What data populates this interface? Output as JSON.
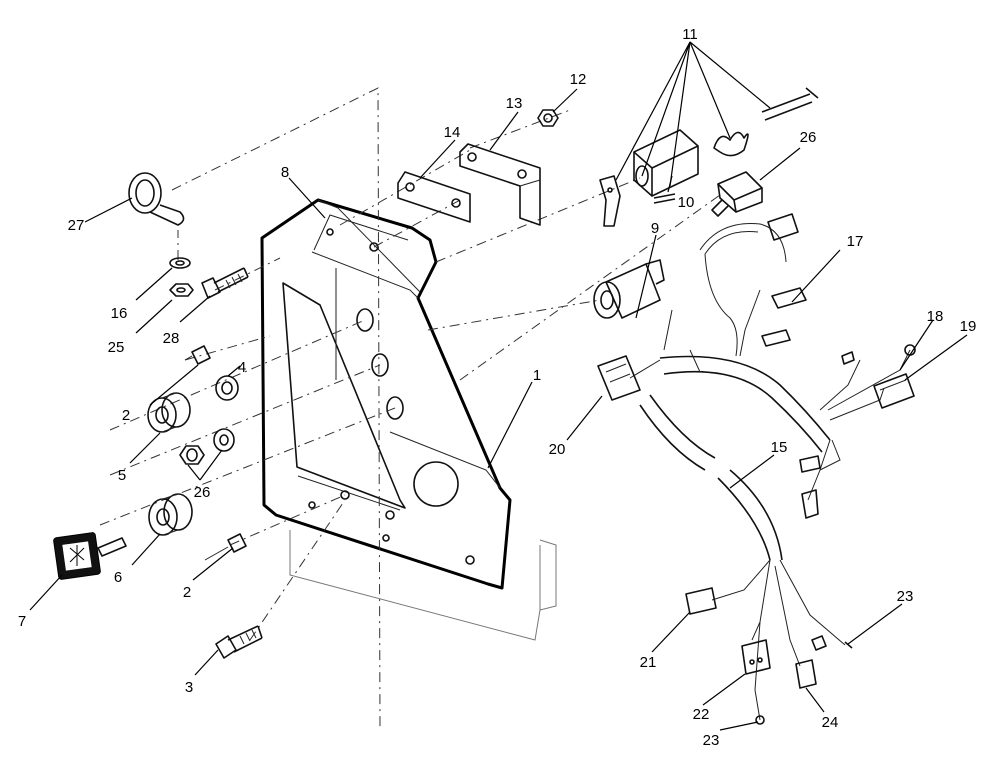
{
  "callouts": [
    {
      "id": "1",
      "text": "1"
    },
    {
      "id": "2a",
      "text": "2"
    },
    {
      "id": "2b",
      "text": "2"
    },
    {
      "id": "3",
      "text": "3"
    },
    {
      "id": "4",
      "text": "4"
    },
    {
      "id": "5",
      "text": "5"
    },
    {
      "id": "6",
      "text": "6"
    },
    {
      "id": "7",
      "text": "7"
    },
    {
      "id": "8",
      "text": "8"
    },
    {
      "id": "9",
      "text": "9"
    },
    {
      "id": "10",
      "text": "10"
    },
    {
      "id": "11",
      "text": "11"
    },
    {
      "id": "12",
      "text": "12"
    },
    {
      "id": "13",
      "text": "13"
    },
    {
      "id": "14",
      "text": "14"
    },
    {
      "id": "15",
      "text": "15"
    },
    {
      "id": "16",
      "text": "16"
    },
    {
      "id": "17",
      "text": "17"
    },
    {
      "id": "18",
      "text": "18"
    },
    {
      "id": "19",
      "text": "19"
    },
    {
      "id": "20",
      "text": "20"
    },
    {
      "id": "21",
      "text": "21"
    },
    {
      "id": "22",
      "text": "22"
    },
    {
      "id": "23a",
      "text": "23"
    },
    {
      "id": "23b",
      "text": "23"
    },
    {
      "id": "24",
      "text": "24"
    },
    {
      "id": "25",
      "text": "25"
    },
    {
      "id": "26a",
      "text": "26"
    },
    {
      "id": "26b",
      "text": "26"
    },
    {
      "id": "27",
      "text": "27"
    },
    {
      "id": "28",
      "text": "28"
    }
  ]
}
